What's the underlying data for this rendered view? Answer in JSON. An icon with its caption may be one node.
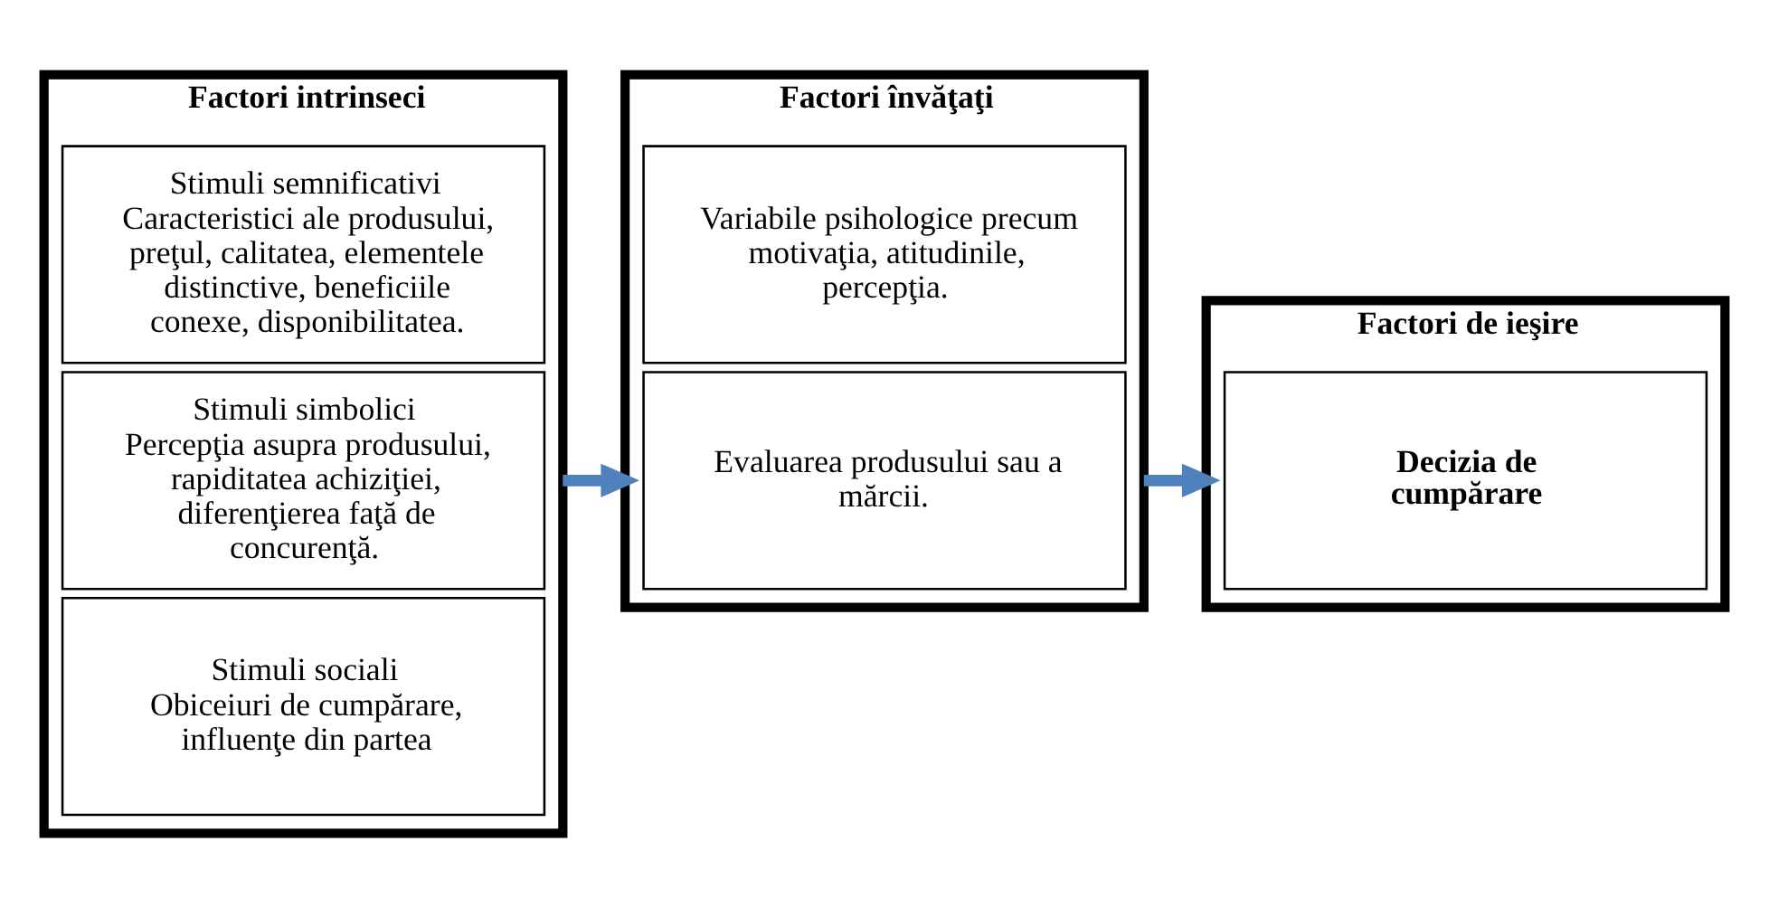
{
  "diagram": {
    "nodes": [
      {
        "text": [
          "Factori intrinseci"
        ]
      },
      {
        "text": [
          "Stimuli semnificativi",
          "Caracteristici ale produsului, preţul, calitatea, elementele distinctive, beneficiile conexe, disponibilitatea."
        ],
        "in": 0
      },
      {
        "text": [
          "Stimuli simbolici",
          "Percepţia asupra produsului, rapiditatea achiziţiei, diferenţierea faţă de concurenţă."
        ],
        "in": 0
      },
      {
        "text": [
          "Stimuli sociali",
          "Obiceiuri de cumpărare, influenţe din partea"
        ],
        "in": 0
      },
      {
        "text": [
          "Factori învăţaţi"
        ]
      },
      {
        "text": [
          "Variabile psihologice precum motivaţia, atitudinile, percepţia."
        ],
        "in": 4
      },
      {
        "text": [
          "Evaluarea produsului sau a mărcii."
        ],
        "in": 4
      },
      {
        "text": [
          "Factori de ieşire"
        ]
      },
      {
        "text": [
          "Decizia de cumpărare"
        ],
        "in": 7
      }
    ],
    "edges": [
      {
        "from": 0,
        "to": 4,
        "arrow": "to"
      },
      {
        "from": 4,
        "to": 7,
        "arrow": "to"
      }
    ]
  }
}
